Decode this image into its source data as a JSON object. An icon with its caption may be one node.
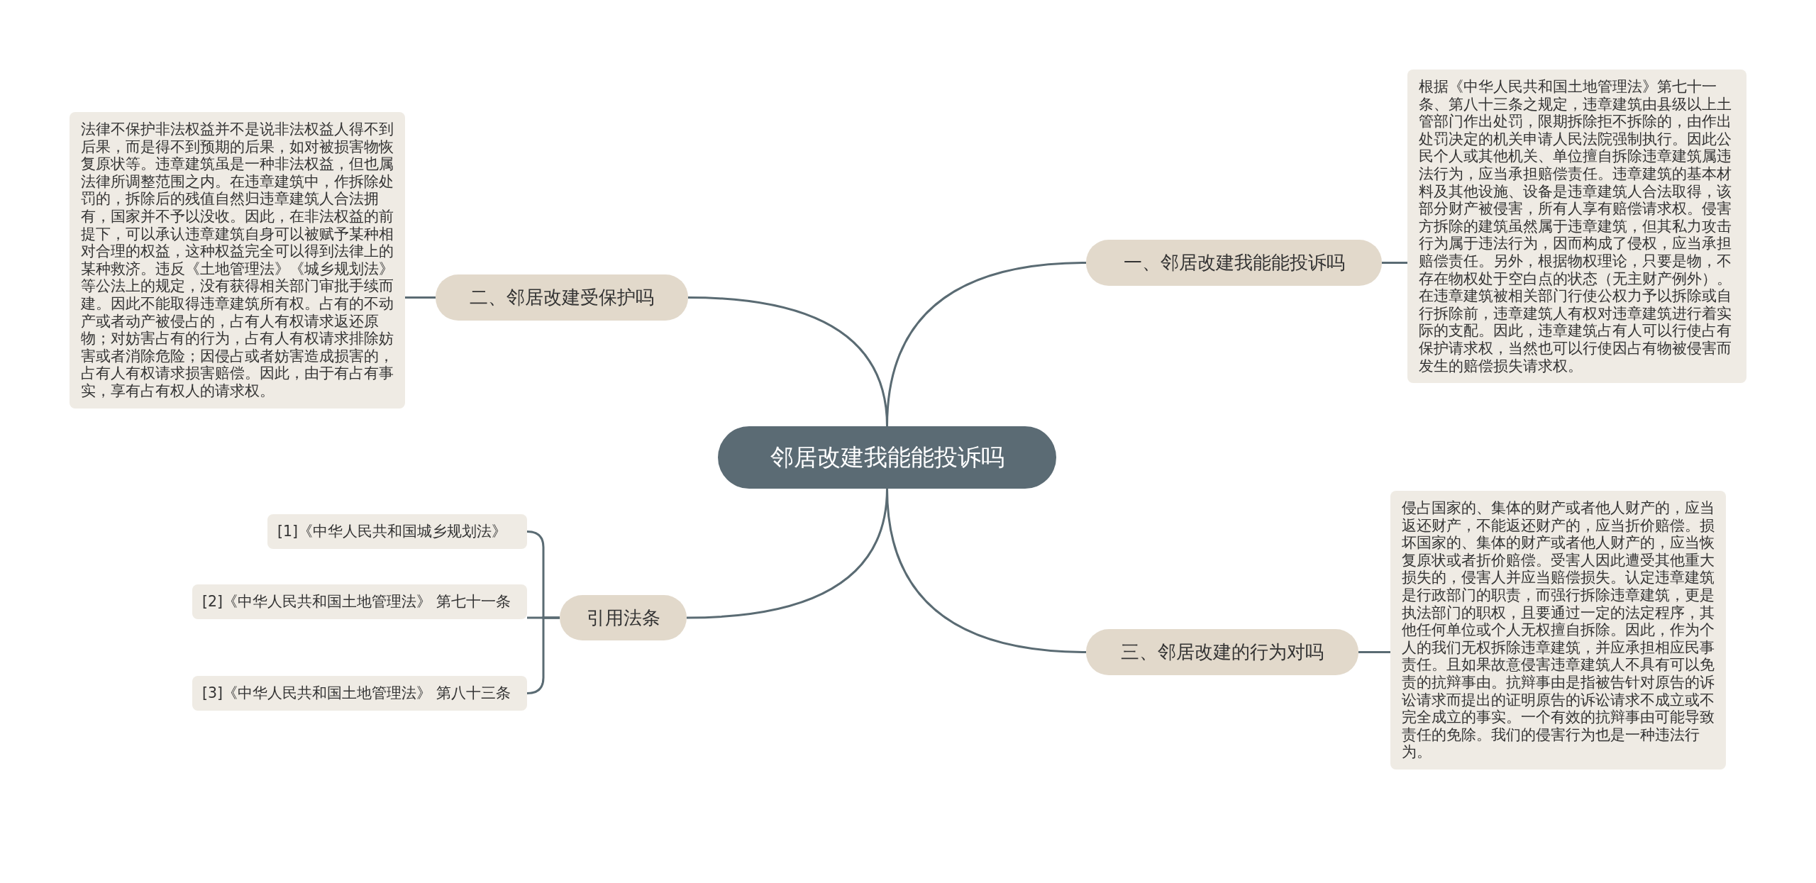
{
  "diagram": {
    "nodes": [
      {
        "text": [
          "邻居改建我能能投诉吗"
        ]
      },
      {
        "text": [
          "一、邻居改建我能能投诉吗"
        ]
      },
      {
        "text": [
          "根据《中华人民共和国土地管理法》第七十一条、第八十三条之规定，违章建筑由县级以上土管部门作出处罚，限期拆除拒不拆除的，由作出处罚决定的机关申请人民法院强制执行。因此公民个人或其他机关、单位擅自拆除违章建筑属违法行为，应当承担赔偿责任。违章建筑的基本材料及其他设施、设备是违章建筑人合法取得，该部分财产被侵害，所有人享有赔偿请求权。侵害方拆除的建筑虽然属于违章建筑，但其私力攻击行为属于违法行为，因而构成了侵权，应当承担赔偿责任。另外，根据物权理论，只要是物，不存在物权处于空白点的状态（无主财产例外）。在违章建筑被相关部门行使公权力予以拆除或自行拆除前，违章建筑人有权对违章建筑进行着实际的支配。因此，违章建筑占有人可以行使占有保护请求权，当然也可以行使因占有物被侵害而发生的赔偿损失请求权。"
        ]
      },
      {
        "text": [
          "二、邻居改建受保护吗"
        ]
      },
      {
        "text": [
          "法律不保护非法权益并不是说非法权益人得不到后果，而是得不到预期的后果，如对被损害物恢复原状等。违章建筑虽是一种非法权益，但也属法律所调整范围之内。在违章建筑中，作拆除处罚的，拆除后的残值自然归违章建筑人合法拥有，国家并不予以没收。因此，在非法权益的前提下，可以承认违章建筑自身可以被赋予某种相对合理的权益，这种权益完全可以得到法律上的某种救济。违反《土地管理法》《城乡规划法》等公法上的规定，没有获得相关部门审批手续而建。因此不能取得违章建筑所有权。占有的不动产或者动产被侵占的，占有人有权请求返还原物；对妨害占有的行为，占有人有权请求排除妨害或者消除危险；因侵占或者妨害造成损害的，占有人有权请求损害赔偿。因此，由于有占有事实，享有占有权人的请求权。"
        ]
      },
      {
        "text": [
          "三、邻居改建的行为对吗"
        ]
      },
      {
        "text": [
          "侵占国家的、集体的财产或者他人财产的，应当返还财产，不能返还财产的，应当折价赔偿。损坏国家的、集体的财产或者他人财产的，应当恢复原状或者折价赔偿。受害人因此遭受其他重大损失的，侵害人并应当赔偿损失。认定违章建筑是行政部门的职责，而强行拆除违章建筑，更是执法部门的职权，且要通过一定的法定程序，其他任何单位或个人无权擅自拆除。因此，作为个人的我们无权拆除违章建筑，并应承担相应民事责任。且如果故意侵害违章建筑人不具有可以免责的抗辩事由。抗辩事由是指被告针对原告的诉讼请求而提出的证明原告的诉讼请求不成立或不完全成立的事实。一个有效的抗辩事由可能导致责任的免除。我们的侵害行为也是一种违法行为。"
        ]
      },
      {
        "text": [
          "引用法条"
        ]
      },
      {
        "text": [
          "[1]《中华人民共和国城乡规划法》"
        ]
      },
      {
        "text": [
          "[2]《中华人民共和国土地管理法》 第七十一条"
        ]
      },
      {
        "text": [
          "[3]《中华人民共和国土地管理法》 第八十三条"
        ]
      }
    ],
    "edges": [
      {
        "from": 0,
        "to": 1,
        "arrow": "none"
      },
      {
        "from": 1,
        "to": 2,
        "arrow": "none"
      },
      {
        "from": 0,
        "to": 3,
        "arrow": "none"
      },
      {
        "from": 3,
        "to": 4,
        "arrow": "none"
      },
      {
        "from": 0,
        "to": 5,
        "arrow": "none"
      },
      {
        "from": 5,
        "to": 6,
        "arrow": "none"
      },
      {
        "from": 0,
        "to": 7,
        "arrow": "none"
      },
      {
        "from": 7,
        "to": 8,
        "arrow": "none"
      },
      {
        "from": 7,
        "to": 9,
        "arrow": "none"
      },
      {
        "from": 7,
        "to": 10,
        "arrow": "none"
      }
    ]
  }
}
